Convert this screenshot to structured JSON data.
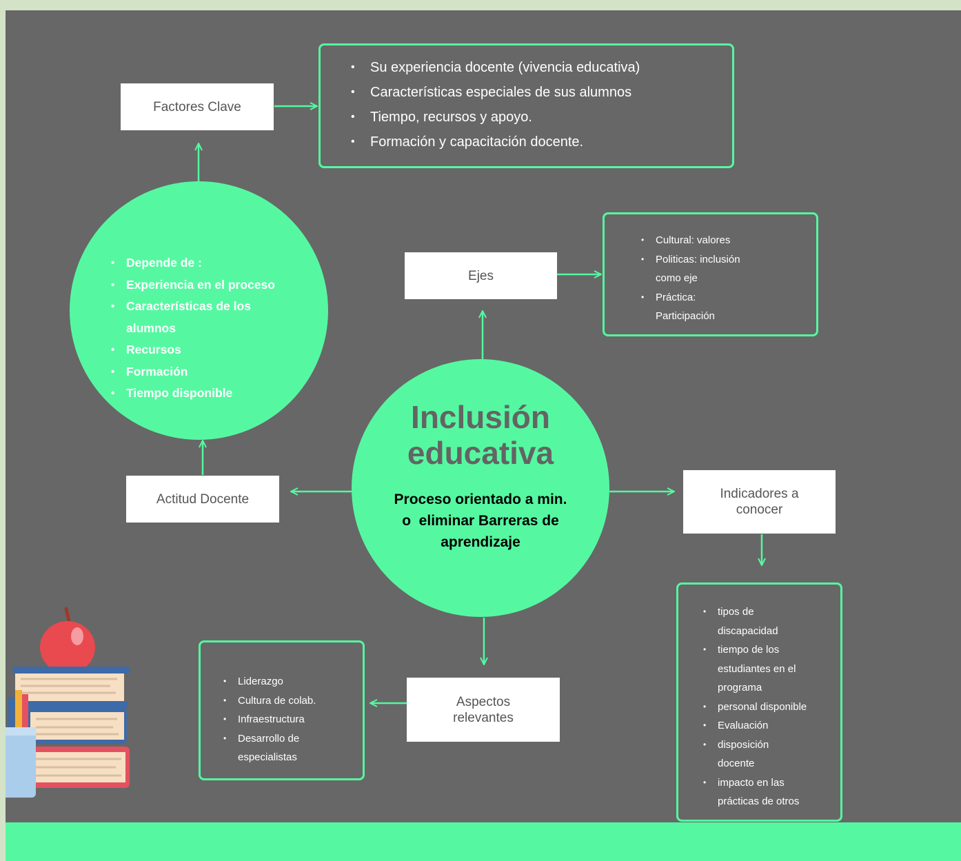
{
  "central": {
    "title_line1": "Inclusión",
    "title_line2": "educativa",
    "subtitle_line1": "Proceso orientado a min.",
    "subtitle_line2": "o  eliminar Barreras de",
    "subtitle_line3": "aprendizaje"
  },
  "factores": {
    "label": "Factores Clave",
    "items": [
      "Su experiencia docente (vivencia educativa)",
      "Características especiales de sus alumnos",
      "Tiempo, recursos y apoyo.",
      "Formación y capacitación docente."
    ]
  },
  "actitud": {
    "label": "Actitud Docente",
    "items": [
      "Depende de :",
      "Experiencia en el proceso",
      "Características de los",
      "alumnos",
      "Recursos",
      "Formación",
      "Tiempo disponible"
    ]
  },
  "ejes": {
    "label": "Ejes",
    "items": [
      "Cultural: valores",
      "Politicas: inclusión",
      "como eje",
      "Práctica:",
      "Participación"
    ]
  },
  "indicadores": {
    "label_line1": "Indicadores a",
    "label_line2": "conocer",
    "items": [
      "tipos de",
      "discapacidad",
      "tiempo de los",
      "estudiantes en el",
      "programa",
      "personal disponible",
      "Evaluación",
      "disposición",
      "docente",
      "impacto en las",
      "prácticas de otros"
    ]
  },
  "aspectos": {
    "label_line1": "Aspectos",
    "label_line2": "relevantes",
    "items": [
      "Liderazgo",
      "Cultura de colab.",
      "Infraestructura",
      "Desarrollo de",
      "especialistas"
    ]
  },
  "colors": {
    "background": "#676767",
    "accent": "#55f8a1",
    "outer": "#d4e3c7",
    "box": "#ffffff"
  },
  "illustration": {
    "icon": "books-apple-pencils-icon"
  }
}
